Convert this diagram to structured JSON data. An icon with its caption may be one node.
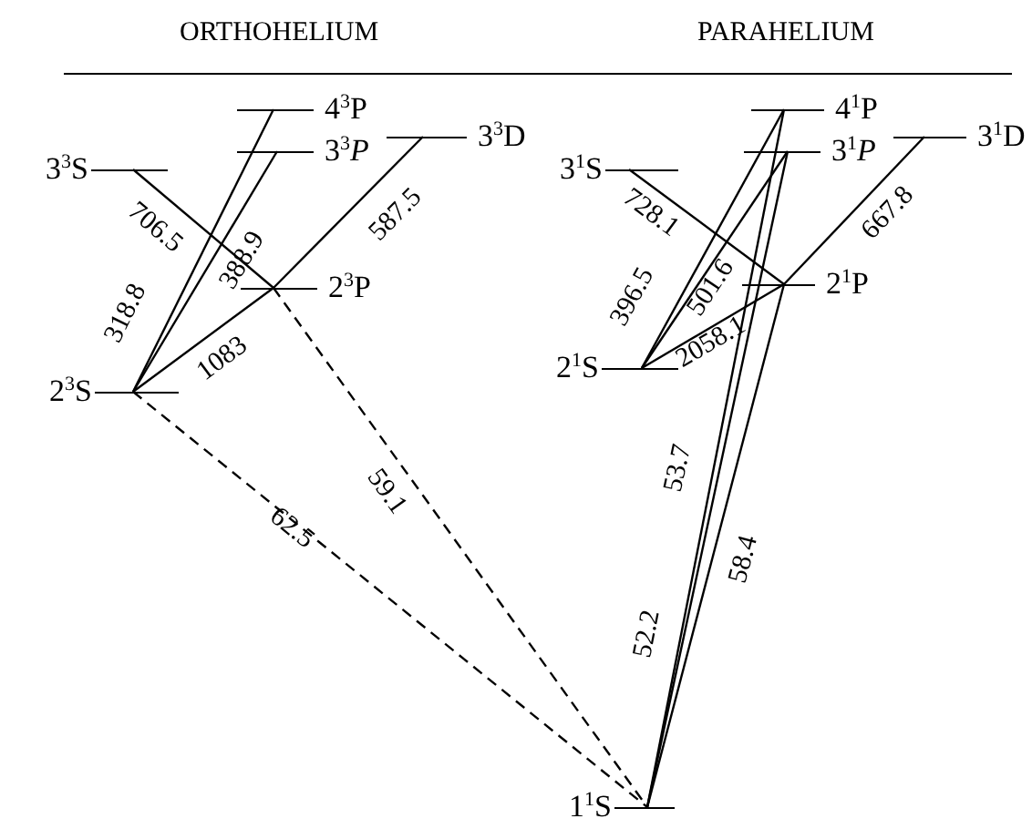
{
  "diagram": {
    "nodes": [
      {
        "text": [
          "3$^{3}$S"
        ]
      },
      {
        "text": [
          "4$^{3}$P"
        ]
      },
      {
        "text": [
          "3$^{3}$*P*"
        ]
      },
      {
        "text": [
          "3$^{3}$D"
        ]
      },
      {
        "text": [
          "2$^{3}$P"
        ]
      },
      {
        "text": [
          "2$^{3}$S"
        ]
      },
      {
        "text": [
          "3$^{1}$S"
        ]
      },
      {
        "text": [
          "4$^{1}$P"
        ]
      },
      {
        "text": [
          "3$^{1}$*P*"
        ]
      },
      {
        "text": [
          "3$^{1}$D"
        ]
      },
      {
        "text": [
          "2$^{1}$P"
        ]
      },
      {
        "text": [
          "2$^{1}$S"
        ]
      },
      {
        "text": [
          "1$^{1}$S"
        ]
      }
    ],
    "edges": [
      {
        "from": 0,
        "to": 4,
        "arrow": "none",
        "label": "706.5"
      },
      {
        "from": 5,
        "to": 1,
        "arrow": "none",
        "label": "318.8"
      },
      {
        "from": 5,
        "to": 2,
        "arrow": "none",
        "label": "388.9"
      },
      {
        "from": 4,
        "to": 3,
        "arrow": "none",
        "label": "587.5"
      },
      {
        "from": 5,
        "to": 4,
        "arrow": "none",
        "label": "1083"
      },
      {
        "from": 4,
        "to": 12,
        "arrow": "none",
        "label": "59.1",
        "style": "dashed"
      },
      {
        "from": 5,
        "to": 12,
        "arrow": "none",
        "label": "62.5",
        "style": "dashed"
      },
      {
        "from": 6,
        "to": 10,
        "arrow": "none",
        "label": "728.1"
      },
      {
        "from": 11,
        "to": 7,
        "arrow": "none",
        "label": "396.5"
      },
      {
        "from": 11,
        "to": 8,
        "arrow": "none",
        "label": "501.6"
      },
      {
        "from": 11,
        "to": 10,
        "arrow": "none",
        "label": "2058.1"
      },
      {
        "from": 10,
        "to": 9,
        "arrow": "none",
        "label": "667.8"
      },
      {
        "from": 12,
        "to": 8,
        "arrow": "none",
        "label": "53.7"
      },
      {
        "from": 12,
        "to": 7,
        "arrow": "none",
        "label": "52.2"
      },
      {
        "from": 12,
        "to": 10,
        "arrow": "none",
        "label": "58.4"
      }
    ],
    "labels": [
      "ORTHOHELIUM",
      "PARAHELIUM"
    ]
  }
}
